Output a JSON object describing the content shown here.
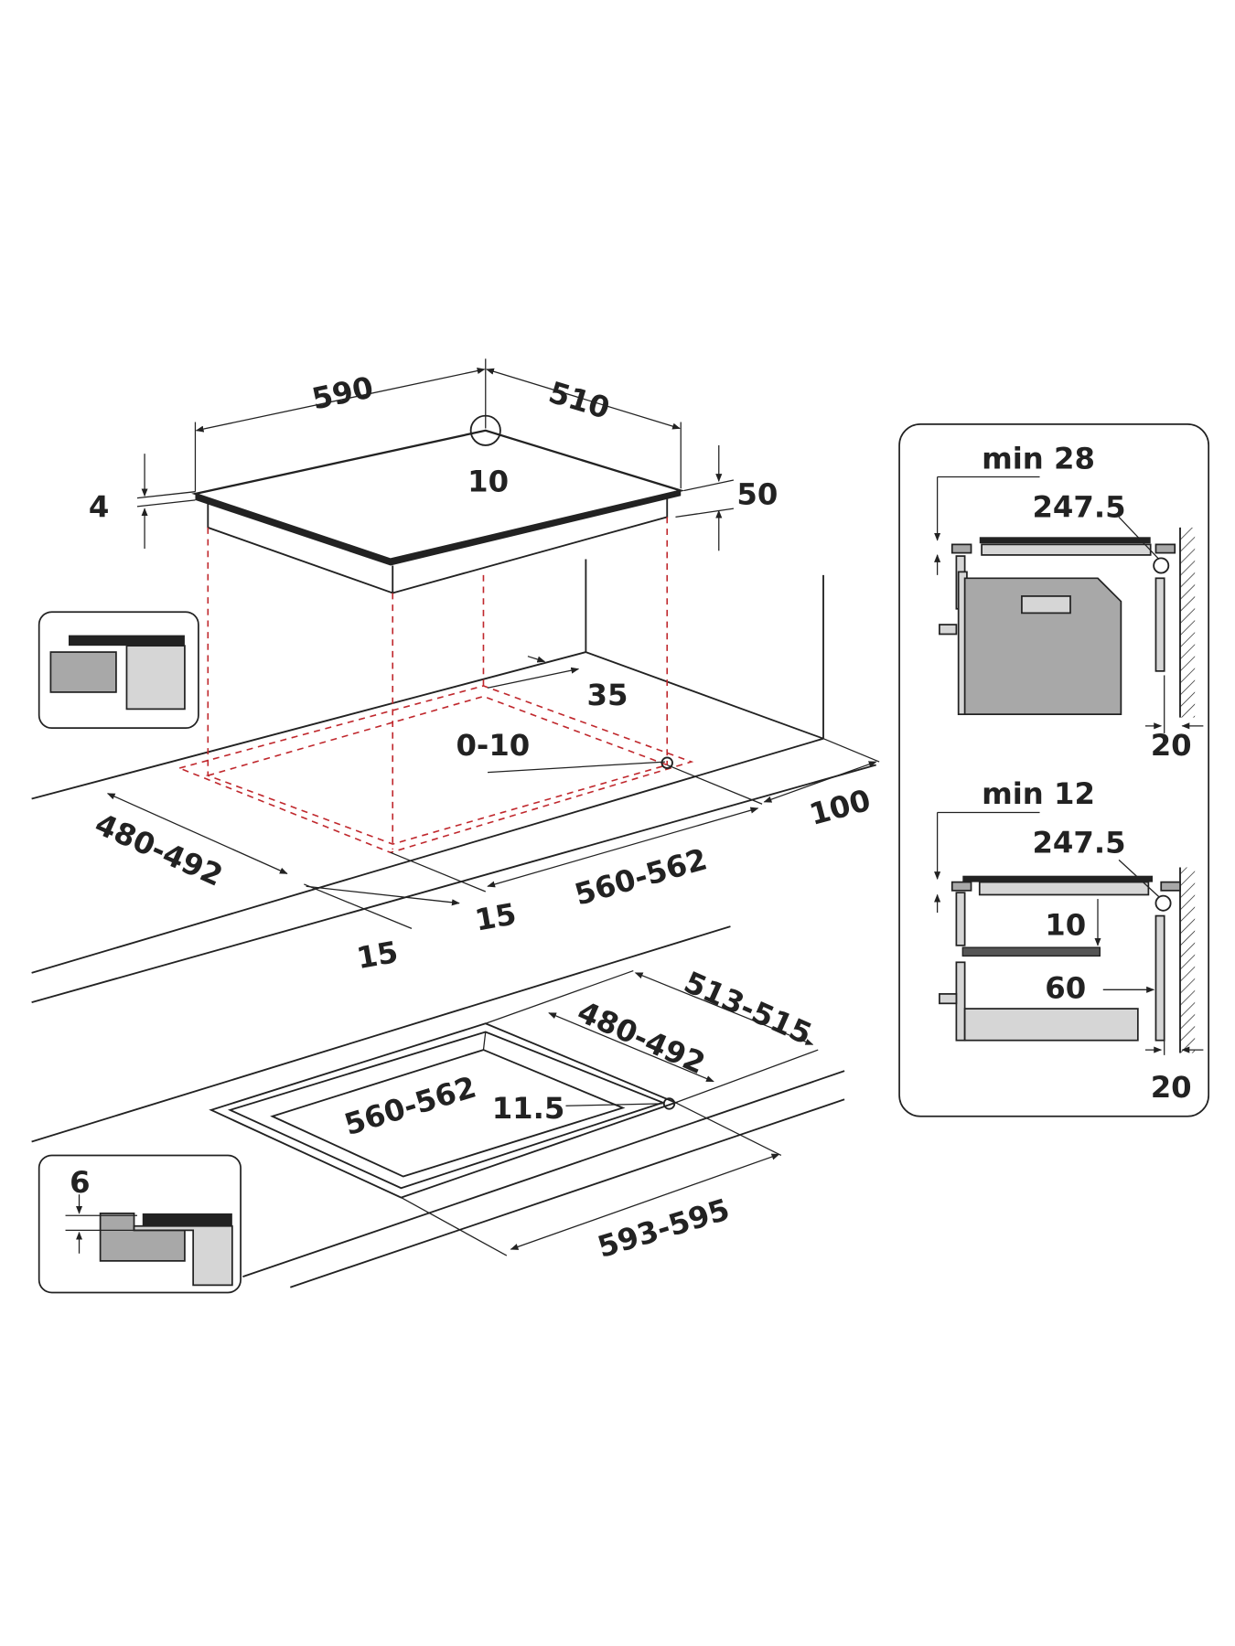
{
  "hob": {
    "width": "590",
    "depth": "510",
    "corner_radius": "10",
    "glass_thickness": "4",
    "total_height": "50"
  },
  "cutout_undermount": {
    "back_gap": "35",
    "tolerance": "0-10",
    "wall_clearance": "100",
    "depth": "480-492",
    "width": "560-562",
    "front_offset_a": "15",
    "front_offset_b": "15"
  },
  "cutout_flush": {
    "outer_depth": "513-515",
    "inner_depth": "480-492",
    "inner_width": "560-562",
    "radius": "11.5",
    "outer_width": "593-595",
    "recess_depth": "6"
  },
  "side_panel": {
    "top": {
      "min_label": "min 28",
      "clearance": "247.5",
      "wall_gap": "20"
    },
    "bottom": {
      "min_label": "min 12",
      "clearance": "247.5",
      "gap_vertical": "10",
      "gap_horizontal": "60",
      "wall_gap": "20"
    }
  }
}
